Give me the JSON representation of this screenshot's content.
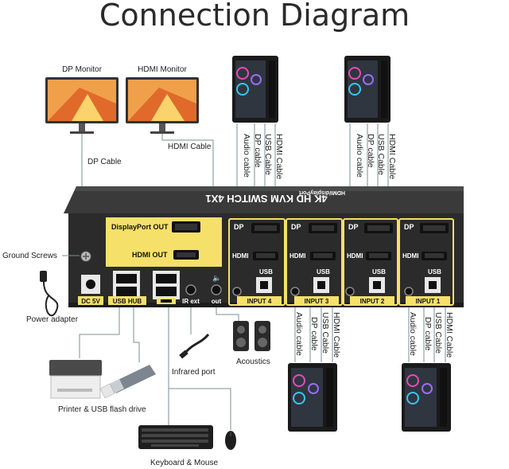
{
  "title": "Connection Diagram",
  "device": {
    "top_text": "4K HD KVM SWITCH 4X1",
    "sub_text": "HDMI/displayPort",
    "dp_out": "DisplayPort OUT",
    "hdmi_out": "HDMI OUT",
    "usb_hub": "USB HUB",
    "dc": "DC 5V",
    "ir": "IR ext",
    "out": "out",
    "dp": "DP",
    "hdmi": "HDMI",
    "usb": "USB",
    "inputs": [
      "INPUT 4",
      "INPUT 3",
      "INPUT 2",
      "INPUT 1"
    ]
  },
  "labels": {
    "dp_monitor": "DP Monitor",
    "hdmi_monitor": "HDMI Monitor",
    "dp_cable": "DP Cable",
    "hdmi_cable": "HDMI Cable",
    "ground_screws": "Ground Screws",
    "power_adapter": "Power adapter",
    "printer_usb": "Printer & USB flash drive",
    "infrared_port": "Infrared port",
    "acoustics": "Acoustics",
    "keyboard_mouse": "Keyboard & Mouse"
  },
  "cables": {
    "audio": "Audio cable",
    "dp": "DP cable",
    "usb": "USB Cable",
    "hdmi": "HDMI Cable"
  },
  "colors": {
    "yellow": "#f5e06a",
    "panel": "#2b2b2b",
    "cable_line": "#7a8f9a"
  }
}
